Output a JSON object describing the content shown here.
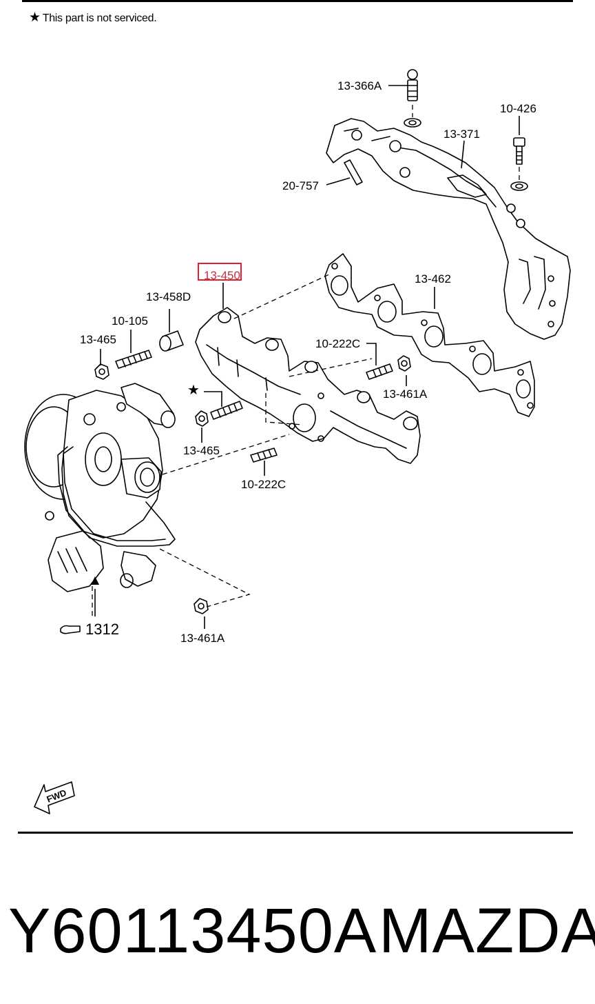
{
  "note": {
    "star": "★",
    "text": "This part is not serviced."
  },
  "labels": {
    "stud_13_366A": "13-366A",
    "bolt_10_426": "10-426",
    "insulator_13_371": "13-371",
    "pin_20_757": "20-757",
    "manifold_13_450": "13-450",
    "gasket_13_462": "13-462",
    "spacer_13_458D": "13-458D",
    "stud_10_105": "10-105",
    "nut_13_465_top": "13-465",
    "stud_10_222C_right": "10-222C",
    "nut_13_461A_right": "13-461A",
    "star_stud": "★",
    "nut_13_465_mid": "13-465",
    "stud_10_222C_bottom": "10-222C",
    "turbo_ref": "1312",
    "nut_13_461A_bottom": "13-461A",
    "fwd": "FWD"
  },
  "highlight": {
    "color": "#e02030",
    "target": "13-450"
  },
  "footer": {
    "part_number": "Y60113450A",
    "brand": "MAZDA"
  }
}
